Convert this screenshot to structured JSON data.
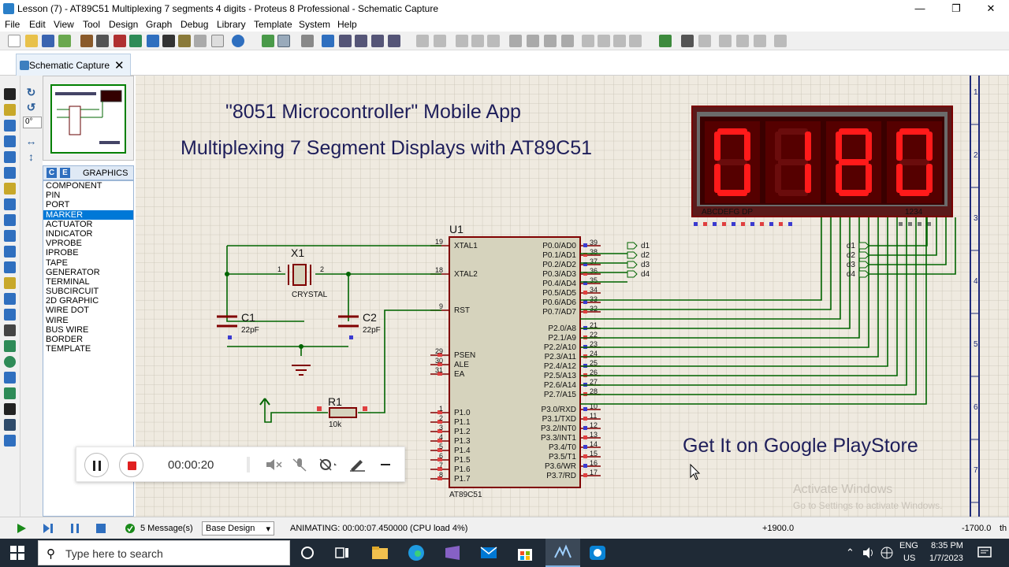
{
  "window": {
    "title": "Lesson (7) - AT89C51 Multiplexing 7 segments 4 digits - Proteus 8 Professional - Schematic Capture"
  },
  "menu": [
    "File",
    "Edit",
    "View",
    "Tool",
    "Design",
    "Graph",
    "Debug",
    "Library",
    "Template",
    "System",
    "Help"
  ],
  "tab": {
    "label": "Schematic Capture",
    "close": "✕"
  },
  "angle_field": "0°",
  "selector": {
    "c_label": "C",
    "e_label": "E",
    "mode": "GRAPHICS",
    "items": [
      "COMPONENT",
      "PIN",
      "PORT",
      "MARKER",
      "ACTUATOR",
      "INDICATOR",
      "VPROBE",
      "IPROBE",
      "TAPE",
      "GENERATOR",
      "TERMINAL",
      "SUBCIRCUIT",
      "2D GRAPHIC",
      "WIRE DOT",
      "WIRE",
      "BUS WIRE",
      "BORDER",
      "TEMPLATE"
    ],
    "selected_index": 3
  },
  "schematic": {
    "heading1": "\"8051 Microcontroller\" Mobile App",
    "heading2": "Multiplexing 7 Segment Displays with AT89C51",
    "footer_text": "Get It on Google PlayStore",
    "display_digits": [
      "0",
      "1",
      "8",
      "0"
    ],
    "display_seg_label": "ABCDEFG  DP",
    "display_dig_label": "1234",
    "u1_ref": "U1",
    "u1_part": "AT89C51",
    "x1_ref": "X1",
    "x1_value": "CRYSTAL",
    "c1_ref": "C1",
    "c1_value": "22pF",
    "c2_ref": "C2",
    "c2_value": "22pF",
    "r1_ref": "R1",
    "r1_value": "10k",
    "xtal_pin1": "1",
    "xtal_pin2": "2",
    "left_pins": [
      {
        "num": "19",
        "name": "XTAL1"
      },
      {
        "num": "18",
        "name": "XTAL2"
      },
      {
        "num": "9",
        "name": "RST"
      },
      {
        "num": "29",
        "name": "PSEN"
      },
      {
        "num": "30",
        "name": "ALE"
      },
      {
        "num": "31",
        "name": "EA"
      },
      {
        "num": "1",
        "name": "P1.0"
      },
      {
        "num": "2",
        "name": "P1.1"
      },
      {
        "num": "3",
        "name": "P1.2"
      },
      {
        "num": "4",
        "name": "P1.3"
      },
      {
        "num": "5",
        "name": "P1.4"
      },
      {
        "num": "6",
        "name": "P1.5"
      },
      {
        "num": "7",
        "name": "P1.6"
      },
      {
        "num": "8",
        "name": "P1.7"
      }
    ],
    "right_pins": [
      {
        "num": "39",
        "name": "P0.0/AD0"
      },
      {
        "num": "38",
        "name": "P0.1/AD1"
      },
      {
        "num": "37",
        "name": "P0.2/AD2"
      },
      {
        "num": "36",
        "name": "P0.3/AD3"
      },
      {
        "num": "35",
        "name": "P0.4/AD4"
      },
      {
        "num": "34",
        "name": "P0.5/AD5"
      },
      {
        "num": "33",
        "name": "P0.6/AD6"
      },
      {
        "num": "32",
        "name": "P0.7/AD7"
      },
      {
        "num": "21",
        "name": "P2.0/A8"
      },
      {
        "num": "22",
        "name": "P2.1/A9"
      },
      {
        "num": "23",
        "name": "P2.2/A10"
      },
      {
        "num": "24",
        "name": "P2.3/A11"
      },
      {
        "num": "25",
        "name": "P2.4/A12"
      },
      {
        "num": "26",
        "name": "P2.5/A13"
      },
      {
        "num": "27",
        "name": "P2.6/A14"
      },
      {
        "num": "28",
        "name": "P2.7/A15"
      },
      {
        "num": "10",
        "name": "P3.0/RXD"
      },
      {
        "num": "11",
        "name": "P3.1/TXD"
      },
      {
        "num": "12",
        "name": "P3.2/INT0"
      },
      {
        "num": "13",
        "name": "P3.3/INT1"
      },
      {
        "num": "14",
        "name": "P3.4/T0"
      },
      {
        "num": "15",
        "name": "P3.5/T1"
      },
      {
        "num": "16",
        "name": "P3.6/WR"
      },
      {
        "num": "17",
        "name": "P3.7/RD"
      }
    ],
    "net_labels": [
      "d1",
      "d2",
      "d3",
      "d4"
    ],
    "border_numbers": [
      "1",
      "2",
      "3",
      "4",
      "5",
      "6",
      "7"
    ],
    "watermark1": "Activate Windows",
    "watermark2": "Go to Settings to activate Windows."
  },
  "recorder": {
    "time": "00:00:20"
  },
  "status": {
    "messages": "5 Message(s)",
    "design": "Base Design",
    "animating": "ANIMATING: 00:00:07.450000 (CPU load 4%)",
    "coord_x": "+1900.0",
    "coord_y": "-1700.0",
    "units": "th"
  },
  "taskbar": {
    "search_placeholder": "Type here to search",
    "lang": "ENG",
    "region": "US",
    "time": "8:35 PM",
    "date": "1/7/2023"
  },
  "colors": {
    "wire": "#006400",
    "component": "#800000",
    "chip_fill": "#d6d3bd",
    "segment_on": "#ff1a1a",
    "heading": "#1e1e5a",
    "canvas": "#efeae0"
  }
}
